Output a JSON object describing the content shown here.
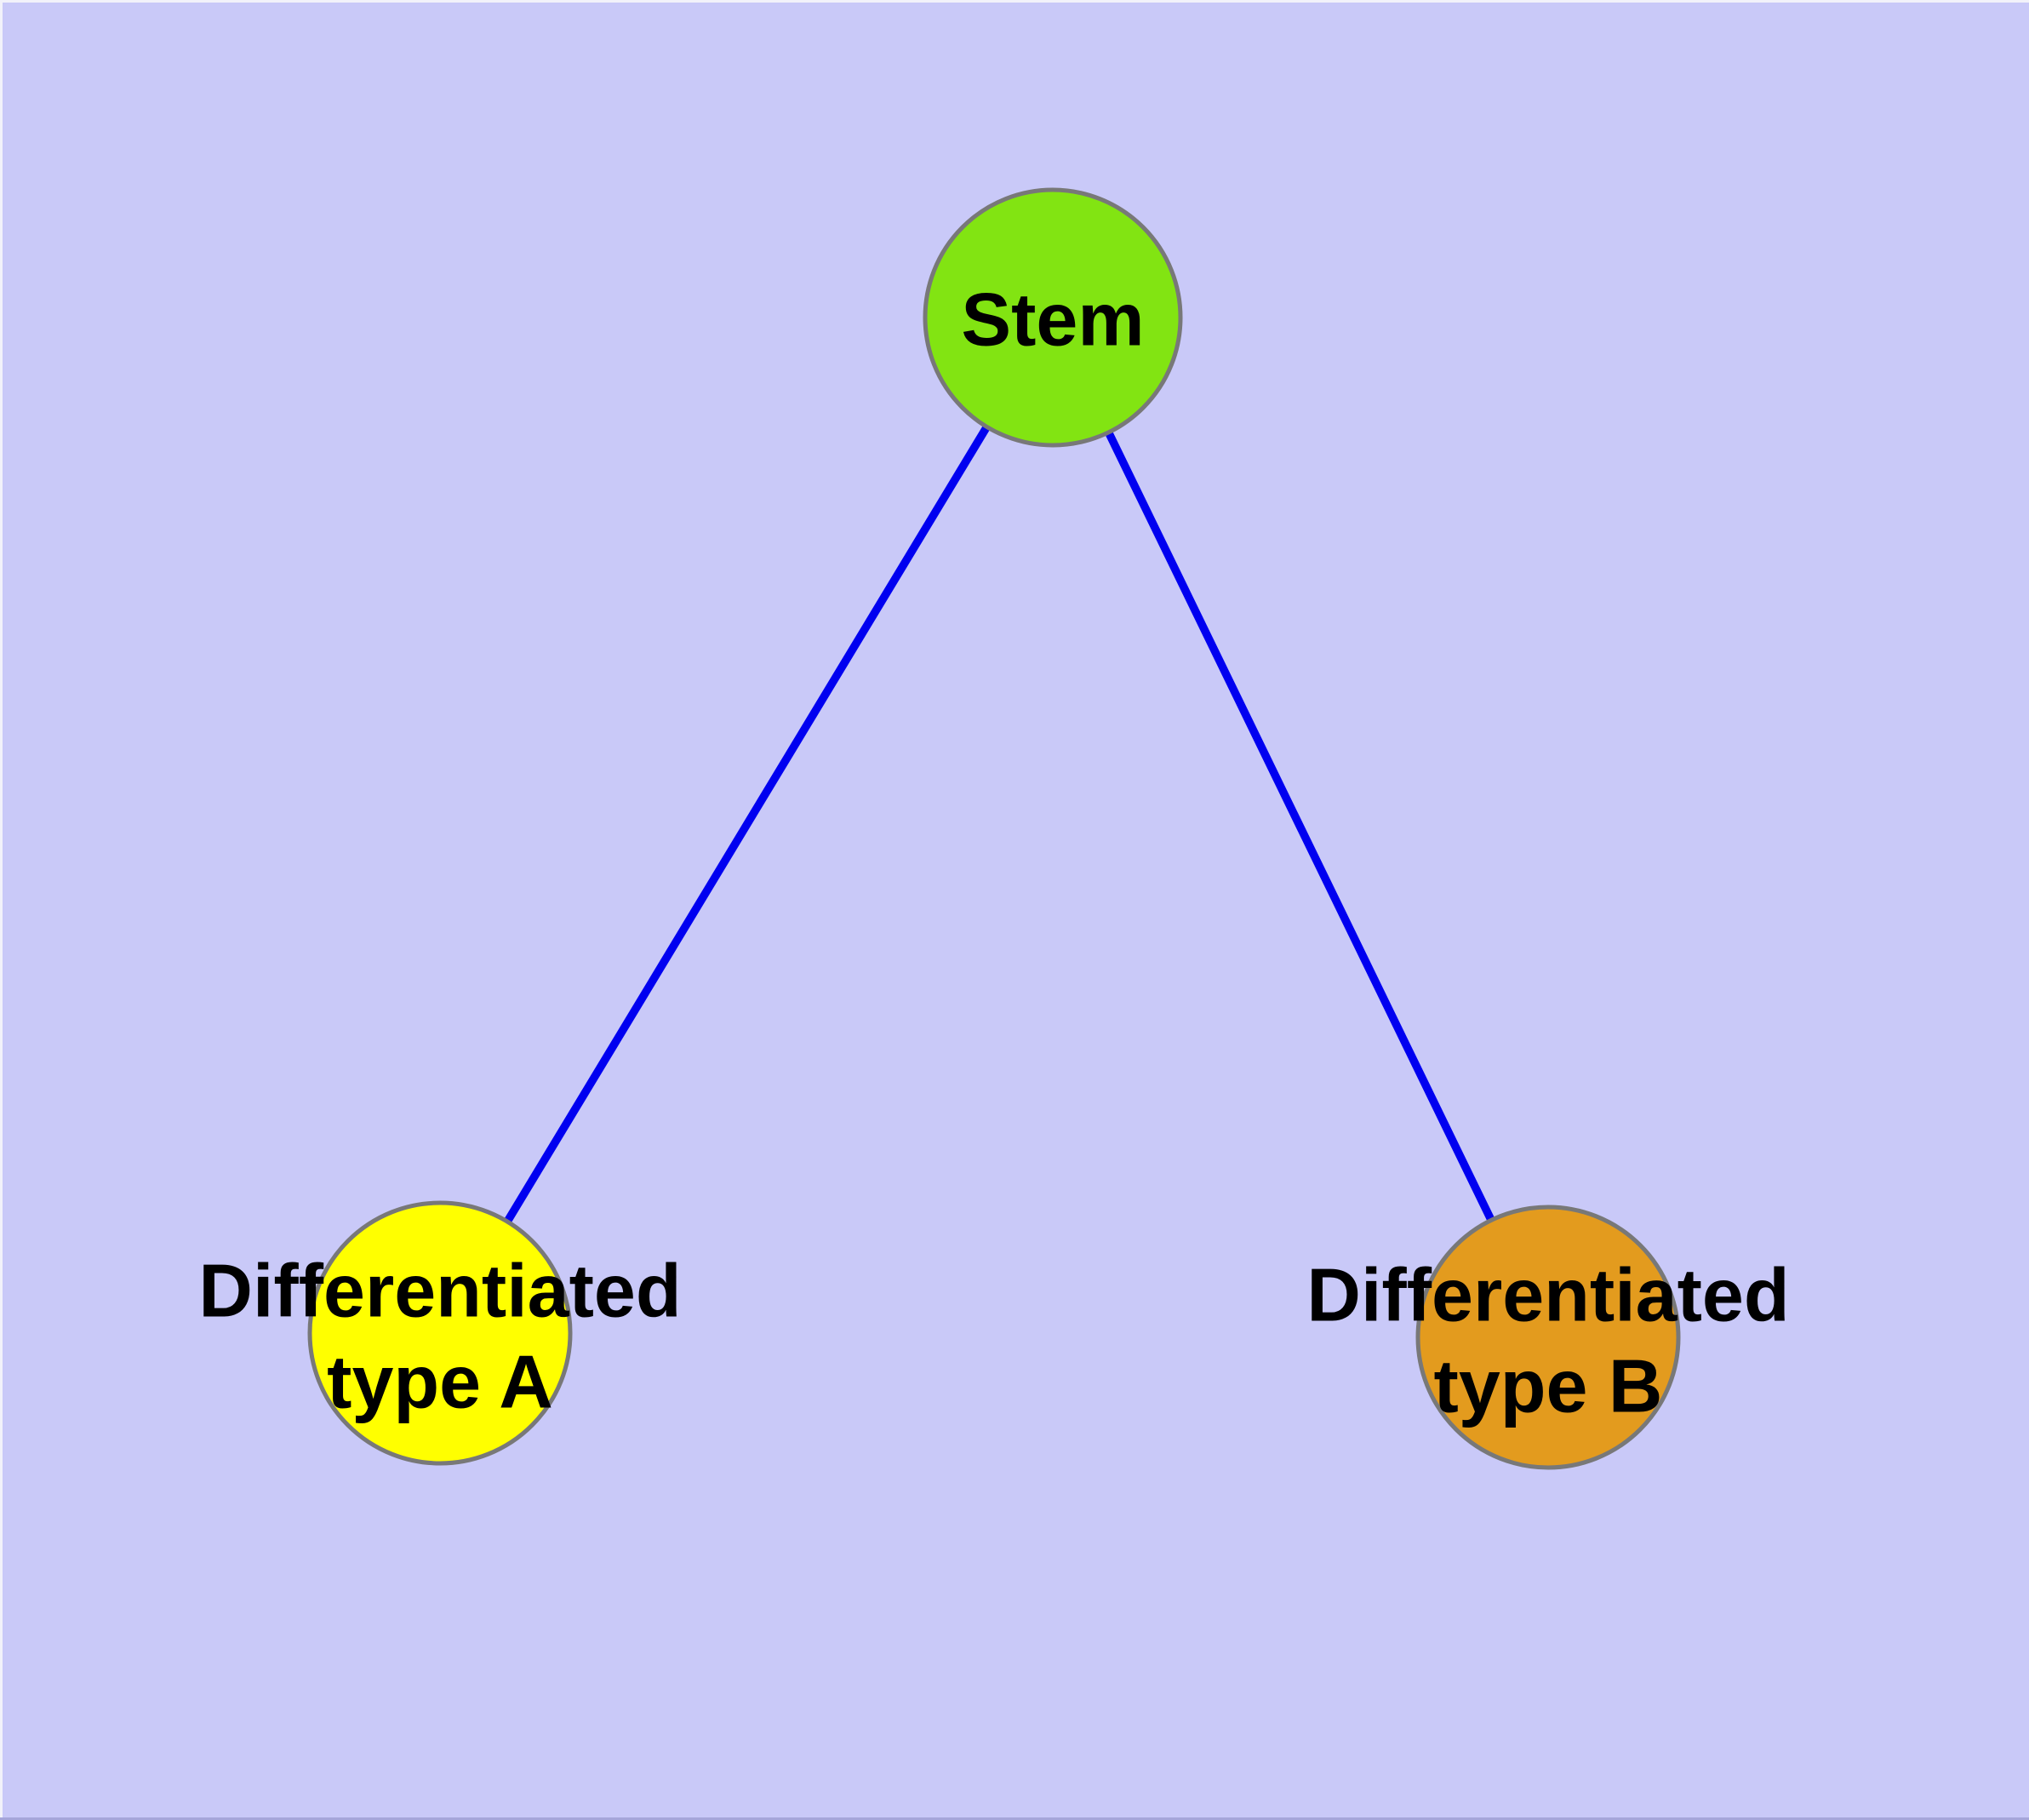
{
  "diagram": {
    "type": "node-link-graph",
    "background_color": "#c9c9f8",
    "edge_color": "#0000f0",
    "node_border_color": "#787878",
    "nodes": [
      {
        "id": "stem",
        "label": "Stem",
        "fill": "#82e412"
      },
      {
        "id": "type-a",
        "label": "Differentiated\ntype A",
        "fill": "#ffff00"
      },
      {
        "id": "type-b",
        "label": "Differentiated\ntype B",
        "fill": "#e39b1e"
      }
    ],
    "edges": [
      {
        "from": "stem",
        "to": "type-a"
      },
      {
        "from": "stem",
        "to": "type-b"
      }
    ]
  }
}
